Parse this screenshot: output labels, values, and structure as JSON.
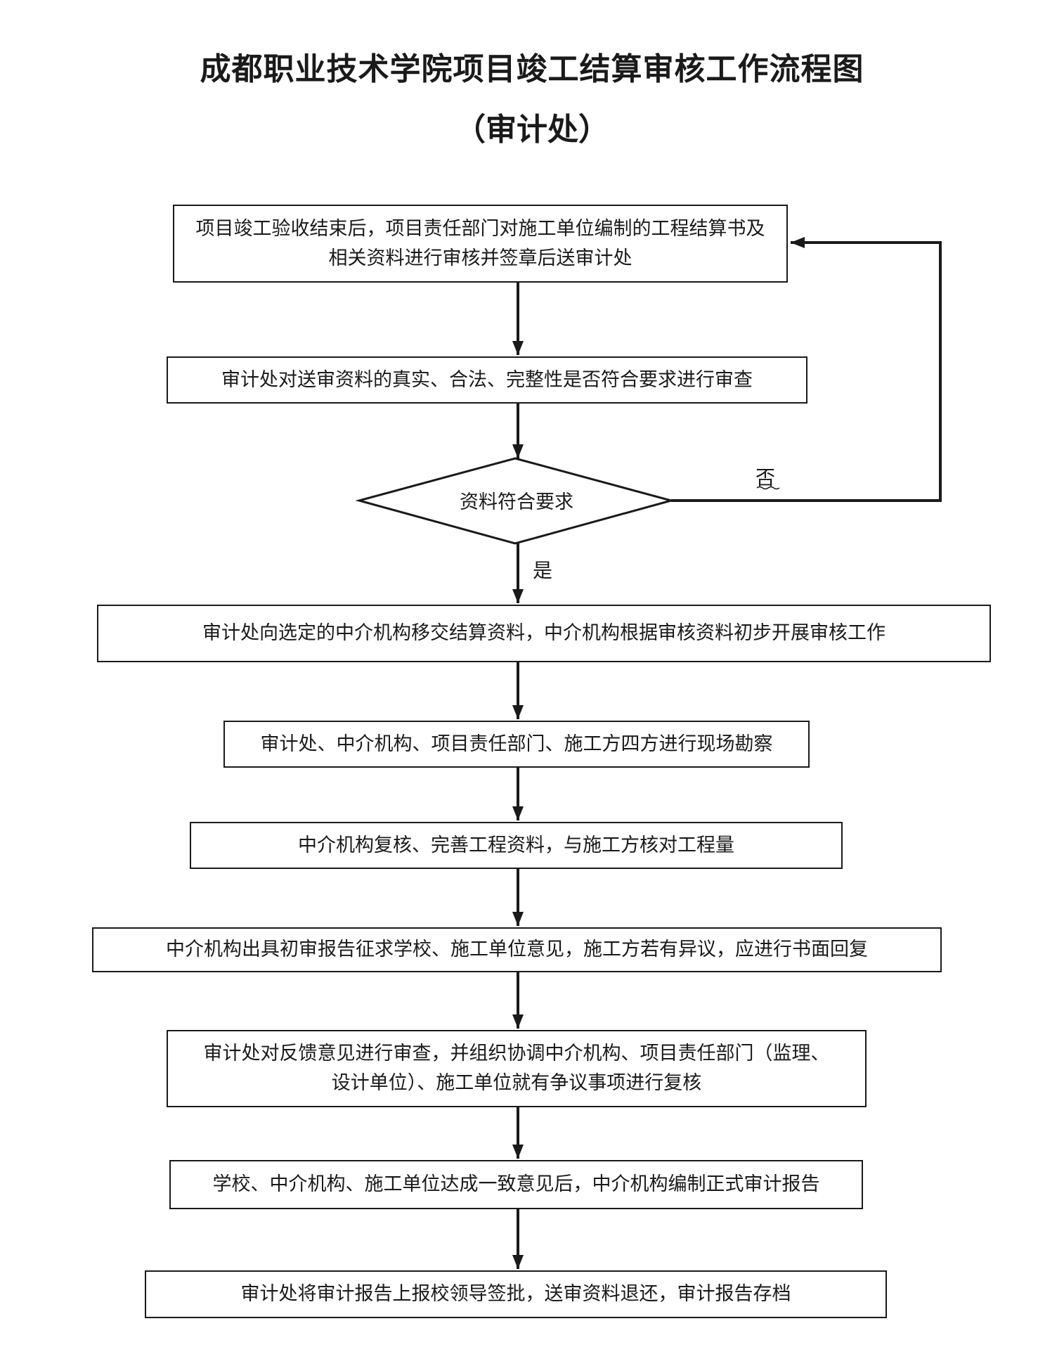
{
  "title": "成都职业技术学院项目竣工结算审核工作流程图",
  "subtitle": "（审计处）",
  "steps": [
    {
      "text": "项目竣工验收结束后，项目责任部门对施工单位编制的工程结算书及相关资料进行审核并签章后送审计处"
    },
    {
      "text": "审计处对送审资料的真实、合法、完整性是否符合要求进行审查"
    },
    {
      "text": "审计处向选定的中介机构移交结算资料，中介机构根据审核资料初步开展审核工作"
    },
    {
      "text": "审计处、中介机构、项目责任部门、施工方四方进行现场勘察"
    },
    {
      "text": "中介机构复核、完善工程资料，与施工方核对工程量"
    },
    {
      "text": "中介机构出具初审报告征求学校、施工单位意见，施工方若有异议，应进行书面回复"
    },
    {
      "text": "审计处对反馈意见进行审查，并组织协调中介机构、项目责任部门（监理、设计单位）、施工单位就有争议事项进行复核"
    },
    {
      "text": "学校、中介机构、施工单位达成一致意见后，中介机构编制正式审计报告"
    },
    {
      "text": "审计处将审计报告上报校领导签批，送审资料退还，审计报告存档"
    }
  ],
  "decision": {
    "text": "资料符合要求",
    "yes_label": "是",
    "no_label": "否"
  }
}
